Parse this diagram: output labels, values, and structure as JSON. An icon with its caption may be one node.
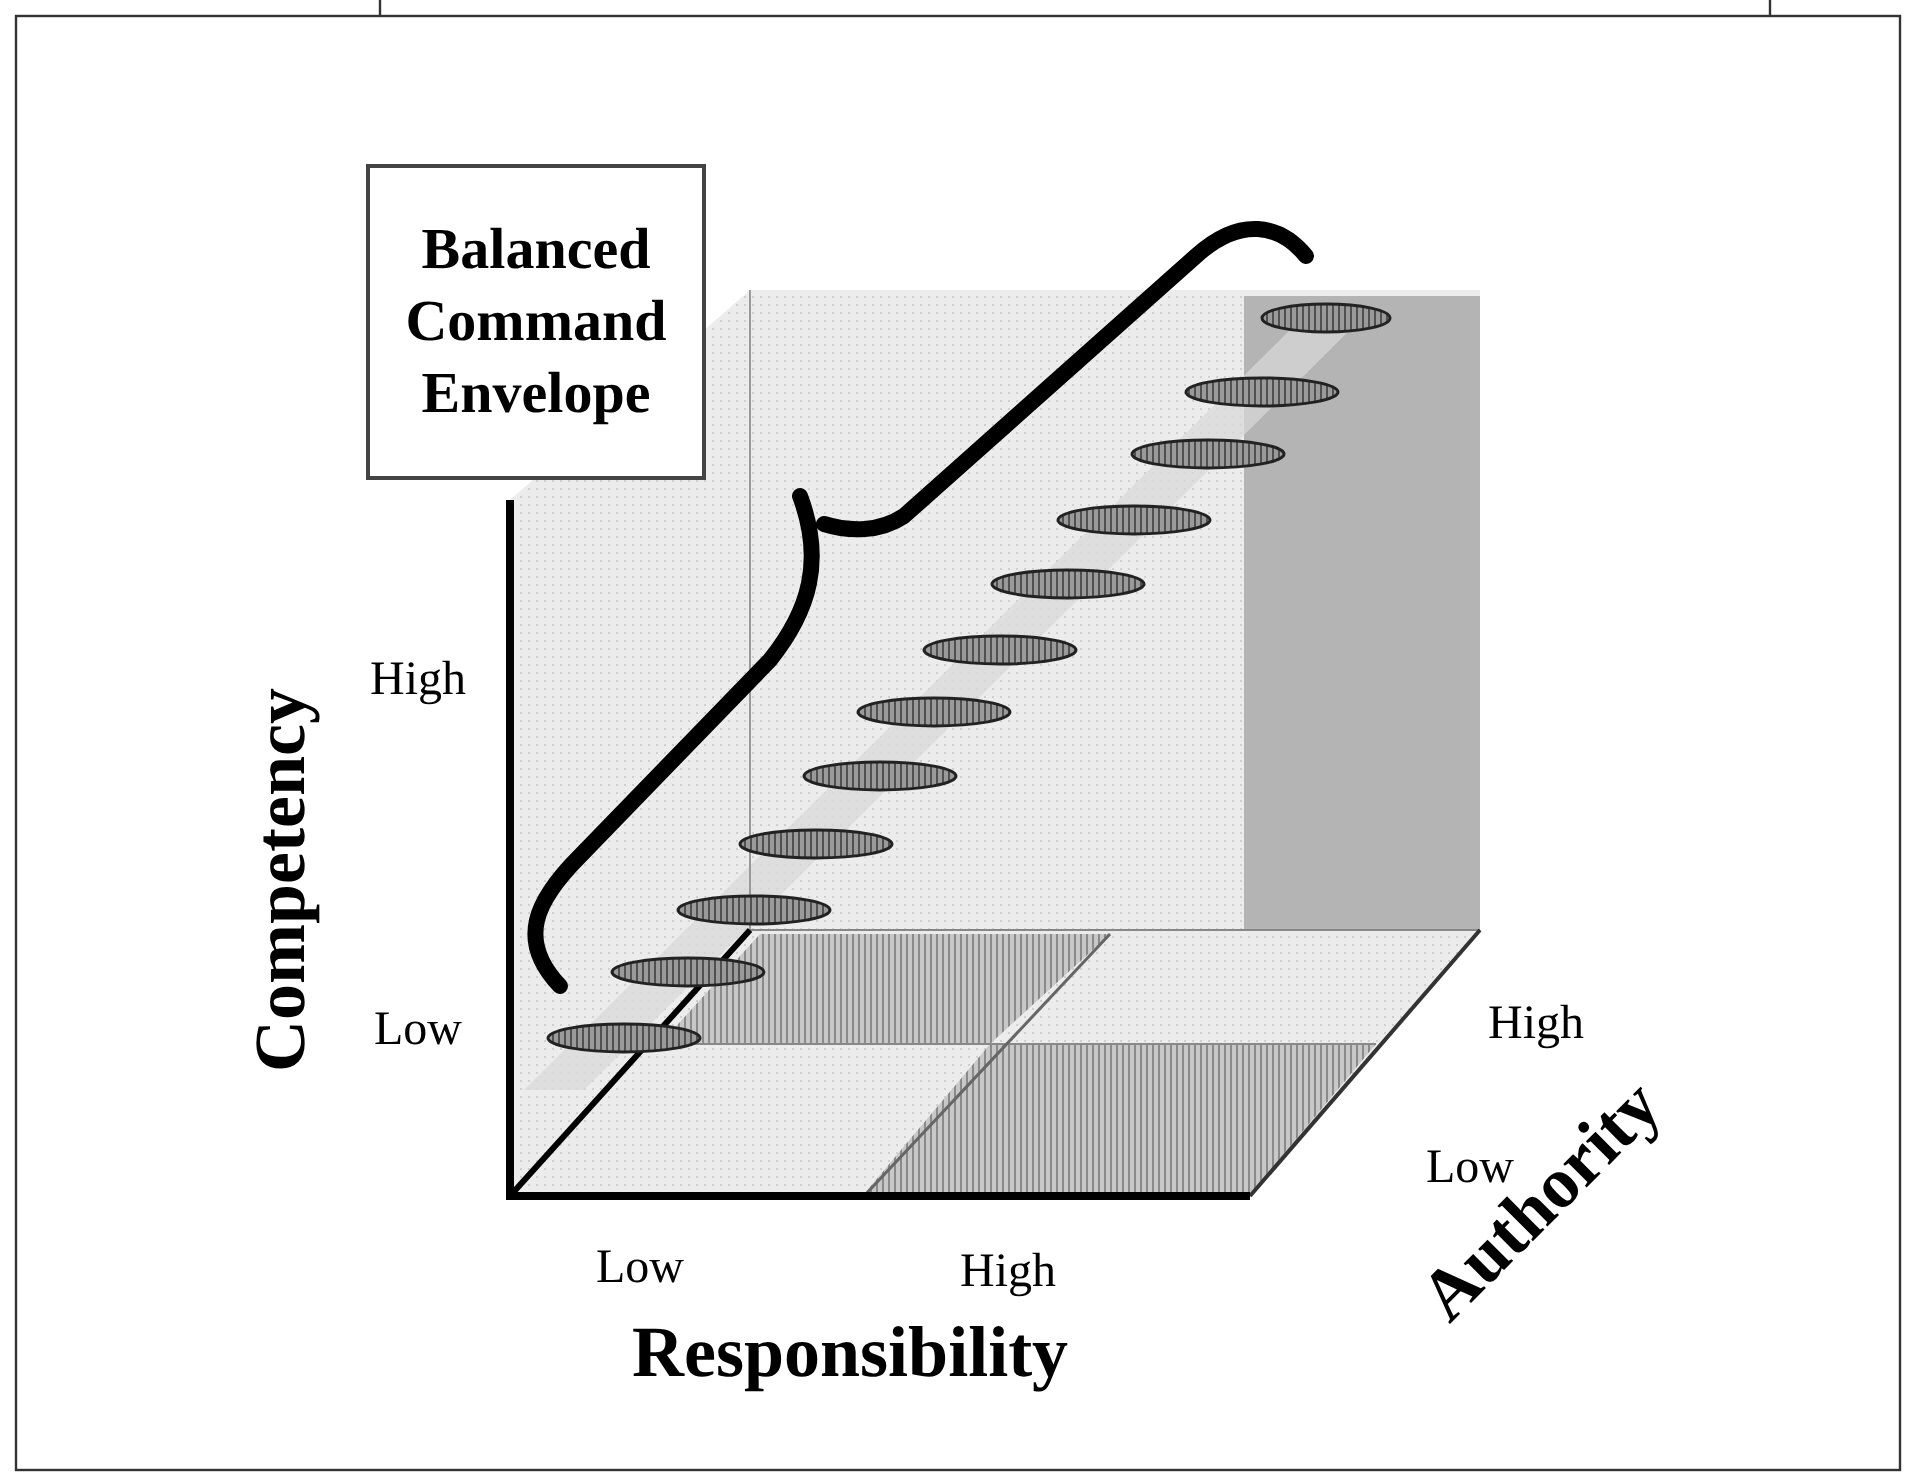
{
  "diagram": {
    "nodes": [
      {
        "text": [
          "Balanced Command Envelope"
        ]
      }
    ],
    "edges": [],
    "labels": [
      "Competency",
      "High",
      "Low",
      "Responsibility",
      "Low",
      "High",
      "Authority",
      "Low",
      "High"
    ]
  }
}
